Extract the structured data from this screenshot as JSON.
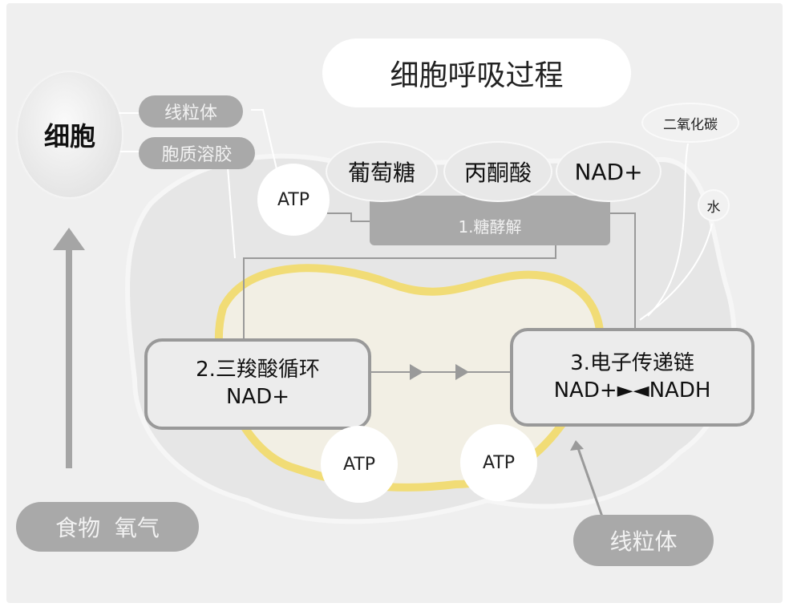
{
  "title": "细胞呼吸过程",
  "cell": "细胞",
  "tags": {
    "mitochondria": "线粒体",
    "cytosol": "胞质溶胶"
  },
  "molecules": {
    "glucose": "葡萄糖",
    "pyruvate": "丙酮酸",
    "nad": "NAD+"
  },
  "glycolysis": "1.糖酵解",
  "krebs": {
    "title": "2.三羧酸循环",
    "sub": "NAD+"
  },
  "etc": {
    "title": "3.电子传递链",
    "sub": "NAD+►◄NADH"
  },
  "atp": "ATP",
  "outputs": {
    "co2": "二氧化碳",
    "water": "水"
  },
  "inputs": "食物  氧气",
  "mito_label": "线粒体"
}
